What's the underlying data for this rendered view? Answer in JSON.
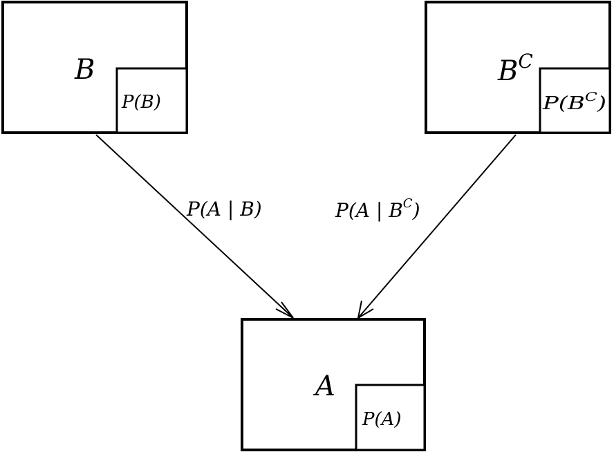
{
  "nodes": {
    "b": {
      "name": "B",
      "prob_label": "P(B)"
    },
    "bc": {
      "name": "B",
      "name_sup": "C",
      "prob_prefix": "P(B",
      "prob_sup": "C",
      "prob_suffix": ")"
    },
    "a": {
      "name": "A",
      "prob_label": "P(A)"
    }
  },
  "edges": {
    "b_to_a": {
      "label": "P(A | B)"
    },
    "bc_to_a": {
      "label_prefix": "P(A | B",
      "label_sup": "C",
      "label_suffix": ")"
    }
  },
  "colors": {
    "stroke": "#000000",
    "background": "#ffffff"
  }
}
